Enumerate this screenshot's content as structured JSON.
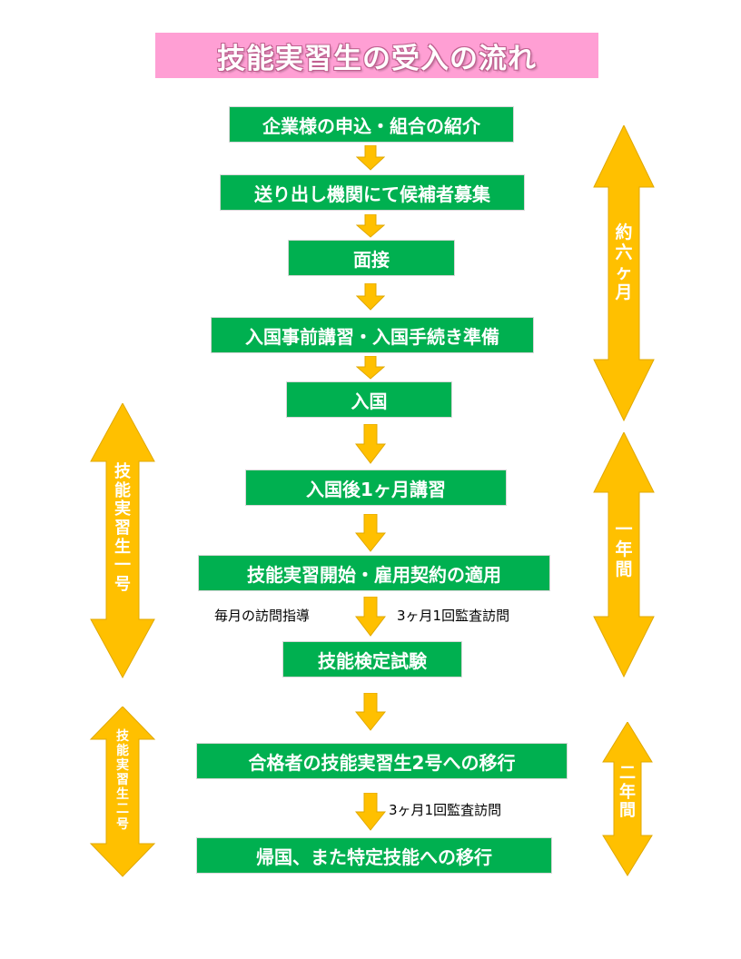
{
  "title": "技能実習生の受入の流れ",
  "colors": {
    "title_bg": "#ff9fd4",
    "step_bg": "#00b050",
    "arrow": "#ffc000"
  },
  "steps": [
    "企業様の申込・組合の紹介",
    "送り出し機関にて候補者募集",
    "面接",
    "入国事前講習・入国手続き準備",
    "入国",
    "入国後1ヶ月講習",
    "技能実習開始・雇用契約の適用",
    "技能検定試験",
    "合格者の技能実習生2号への移行",
    "帰国、また特定技能への移行"
  ],
  "notes": {
    "monthly_visit": "毎月の訪問指導",
    "audit_1": "3ヶ月1回監査訪問",
    "audit_2": "3ヶ月1回監査訪問"
  },
  "right_labels": {
    "six_months": [
      "約",
      "六",
      "ヶ",
      "月"
    ],
    "one_year": [
      "一",
      "年",
      "間"
    ],
    "two_years": [
      "二",
      "年",
      "間"
    ]
  },
  "left_labels": {
    "trainee_1": [
      "技",
      "能",
      "実",
      "習",
      "生",
      "一",
      "号"
    ],
    "trainee_2": [
      "技",
      "能",
      "実",
      "習",
      "生",
      "二",
      "号"
    ]
  }
}
